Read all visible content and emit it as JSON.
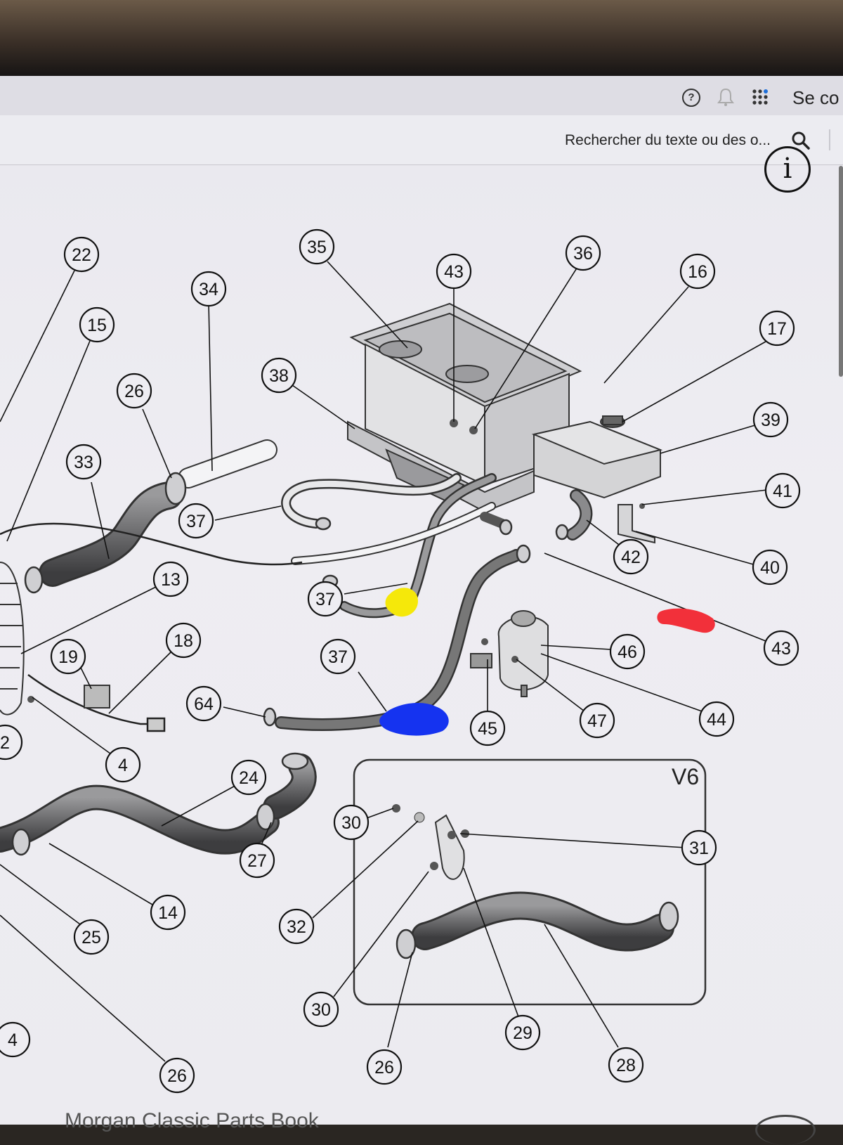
{
  "header": {
    "help_icon": "question-circle-icon",
    "help_glyph": "?",
    "bell_icon": "bell-icon",
    "apps_icon": "apps-grid-icon",
    "signin_label": "Se co"
  },
  "search": {
    "placeholder": "Rechercher du texte ou des o...",
    "icon": "search-icon"
  },
  "info_button": {
    "glyph": "i",
    "icon": "info-icon"
  },
  "diagram": {
    "section_label": "V6",
    "highlight_colors": {
      "yellow": "#f5e80a",
      "blue": "#1533f0",
      "red": "#f2303a"
    },
    "callouts": [
      "22",
      "15",
      "34",
      "35",
      "43",
      "36",
      "16",
      "17",
      "38",
      "26",
      "39",
      "33",
      "41",
      "37",
      "42",
      "40",
      "13",
      "37",
      "18",
      "37",
      "46",
      "19",
      "43",
      "64",
      "45",
      "47",
      "44",
      "2",
      "4",
      "24",
      "30",
      "31",
      "27",
      "14",
      "32",
      "25",
      "30",
      "29",
      "26",
      "28",
      "26",
      "4"
    ]
  },
  "footer": {
    "title": "Morgan Classic Parts Book"
  }
}
